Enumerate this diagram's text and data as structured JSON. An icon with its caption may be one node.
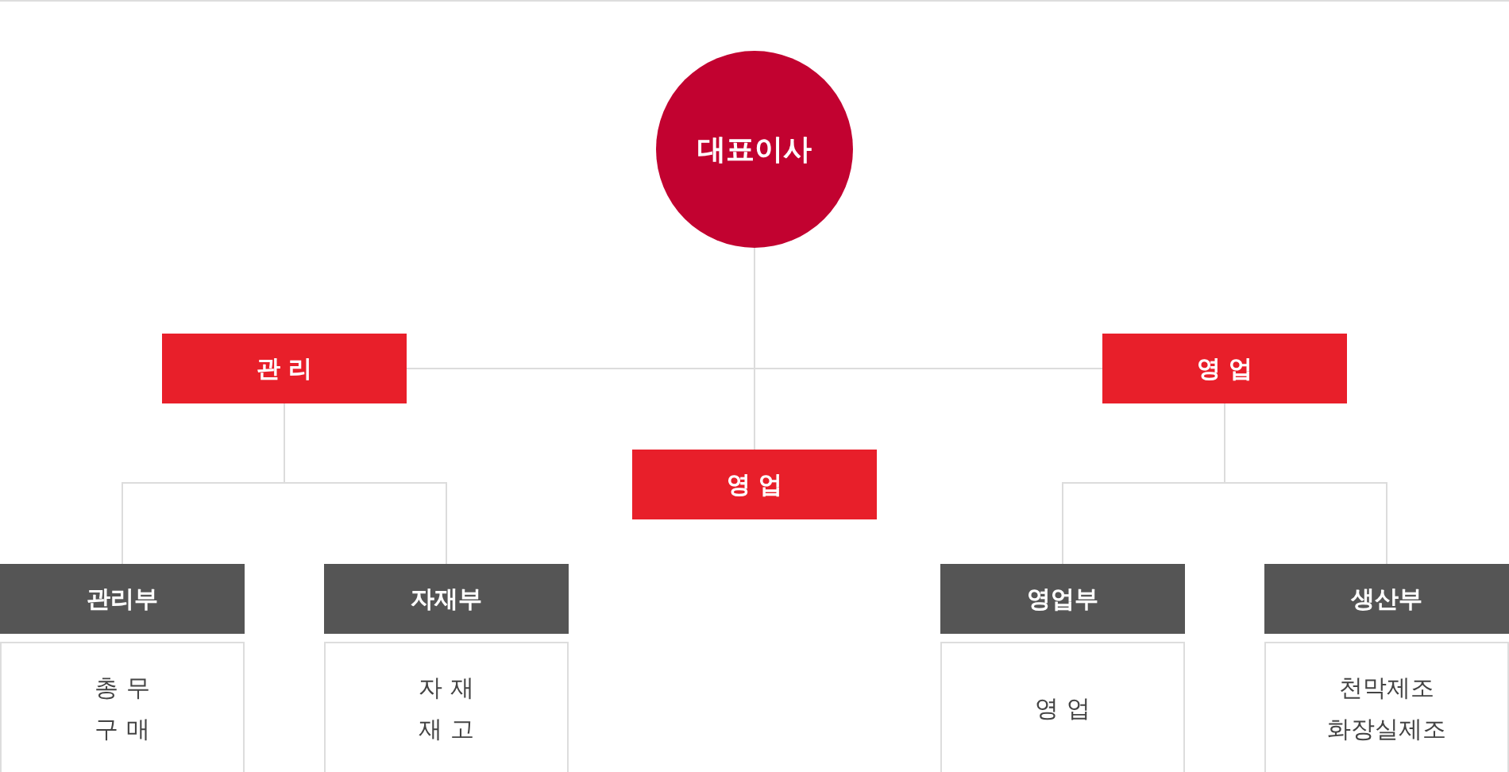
{
  "diagram": {
    "nodes": [
      {
        "text": [
          "대표이사"
        ]
      },
      {
        "text": [
          "관 리"
        ]
      },
      {
        "text": [
          "영 업"
        ]
      },
      {
        "text": [
          "영 업"
        ]
      },
      {
        "text": [
          "관리부"
        ]
      },
      {
        "text": [
          "총 무",
          "구 매"
        ]
      },
      {
        "text": [
          "자재부"
        ]
      },
      {
        "text": [
          "자 재",
          "재 고"
        ]
      },
      {
        "text": [
          "영업부"
        ]
      },
      {
        "text": [
          "영 업"
        ]
      },
      {
        "text": [
          "생산부"
        ]
      },
      {
        "text": [
          "천막제조",
          "화장실제조"
        ]
      }
    ],
    "edges": [
      {
        "from": 0,
        "to": 1,
        "arrow": "none"
      },
      {
        "from": 0,
        "to": 2,
        "arrow": "none"
      },
      {
        "from": 0,
        "to": 3,
        "arrow": "none"
      },
      {
        "from": 1,
        "to": 4,
        "arrow": "none"
      },
      {
        "from": 1,
        "to": 6,
        "arrow": "none"
      },
      {
        "from": 2,
        "to": 8,
        "arrow": "none"
      },
      {
        "from": 2,
        "to": 10,
        "arrow": "none"
      }
    ]
  }
}
